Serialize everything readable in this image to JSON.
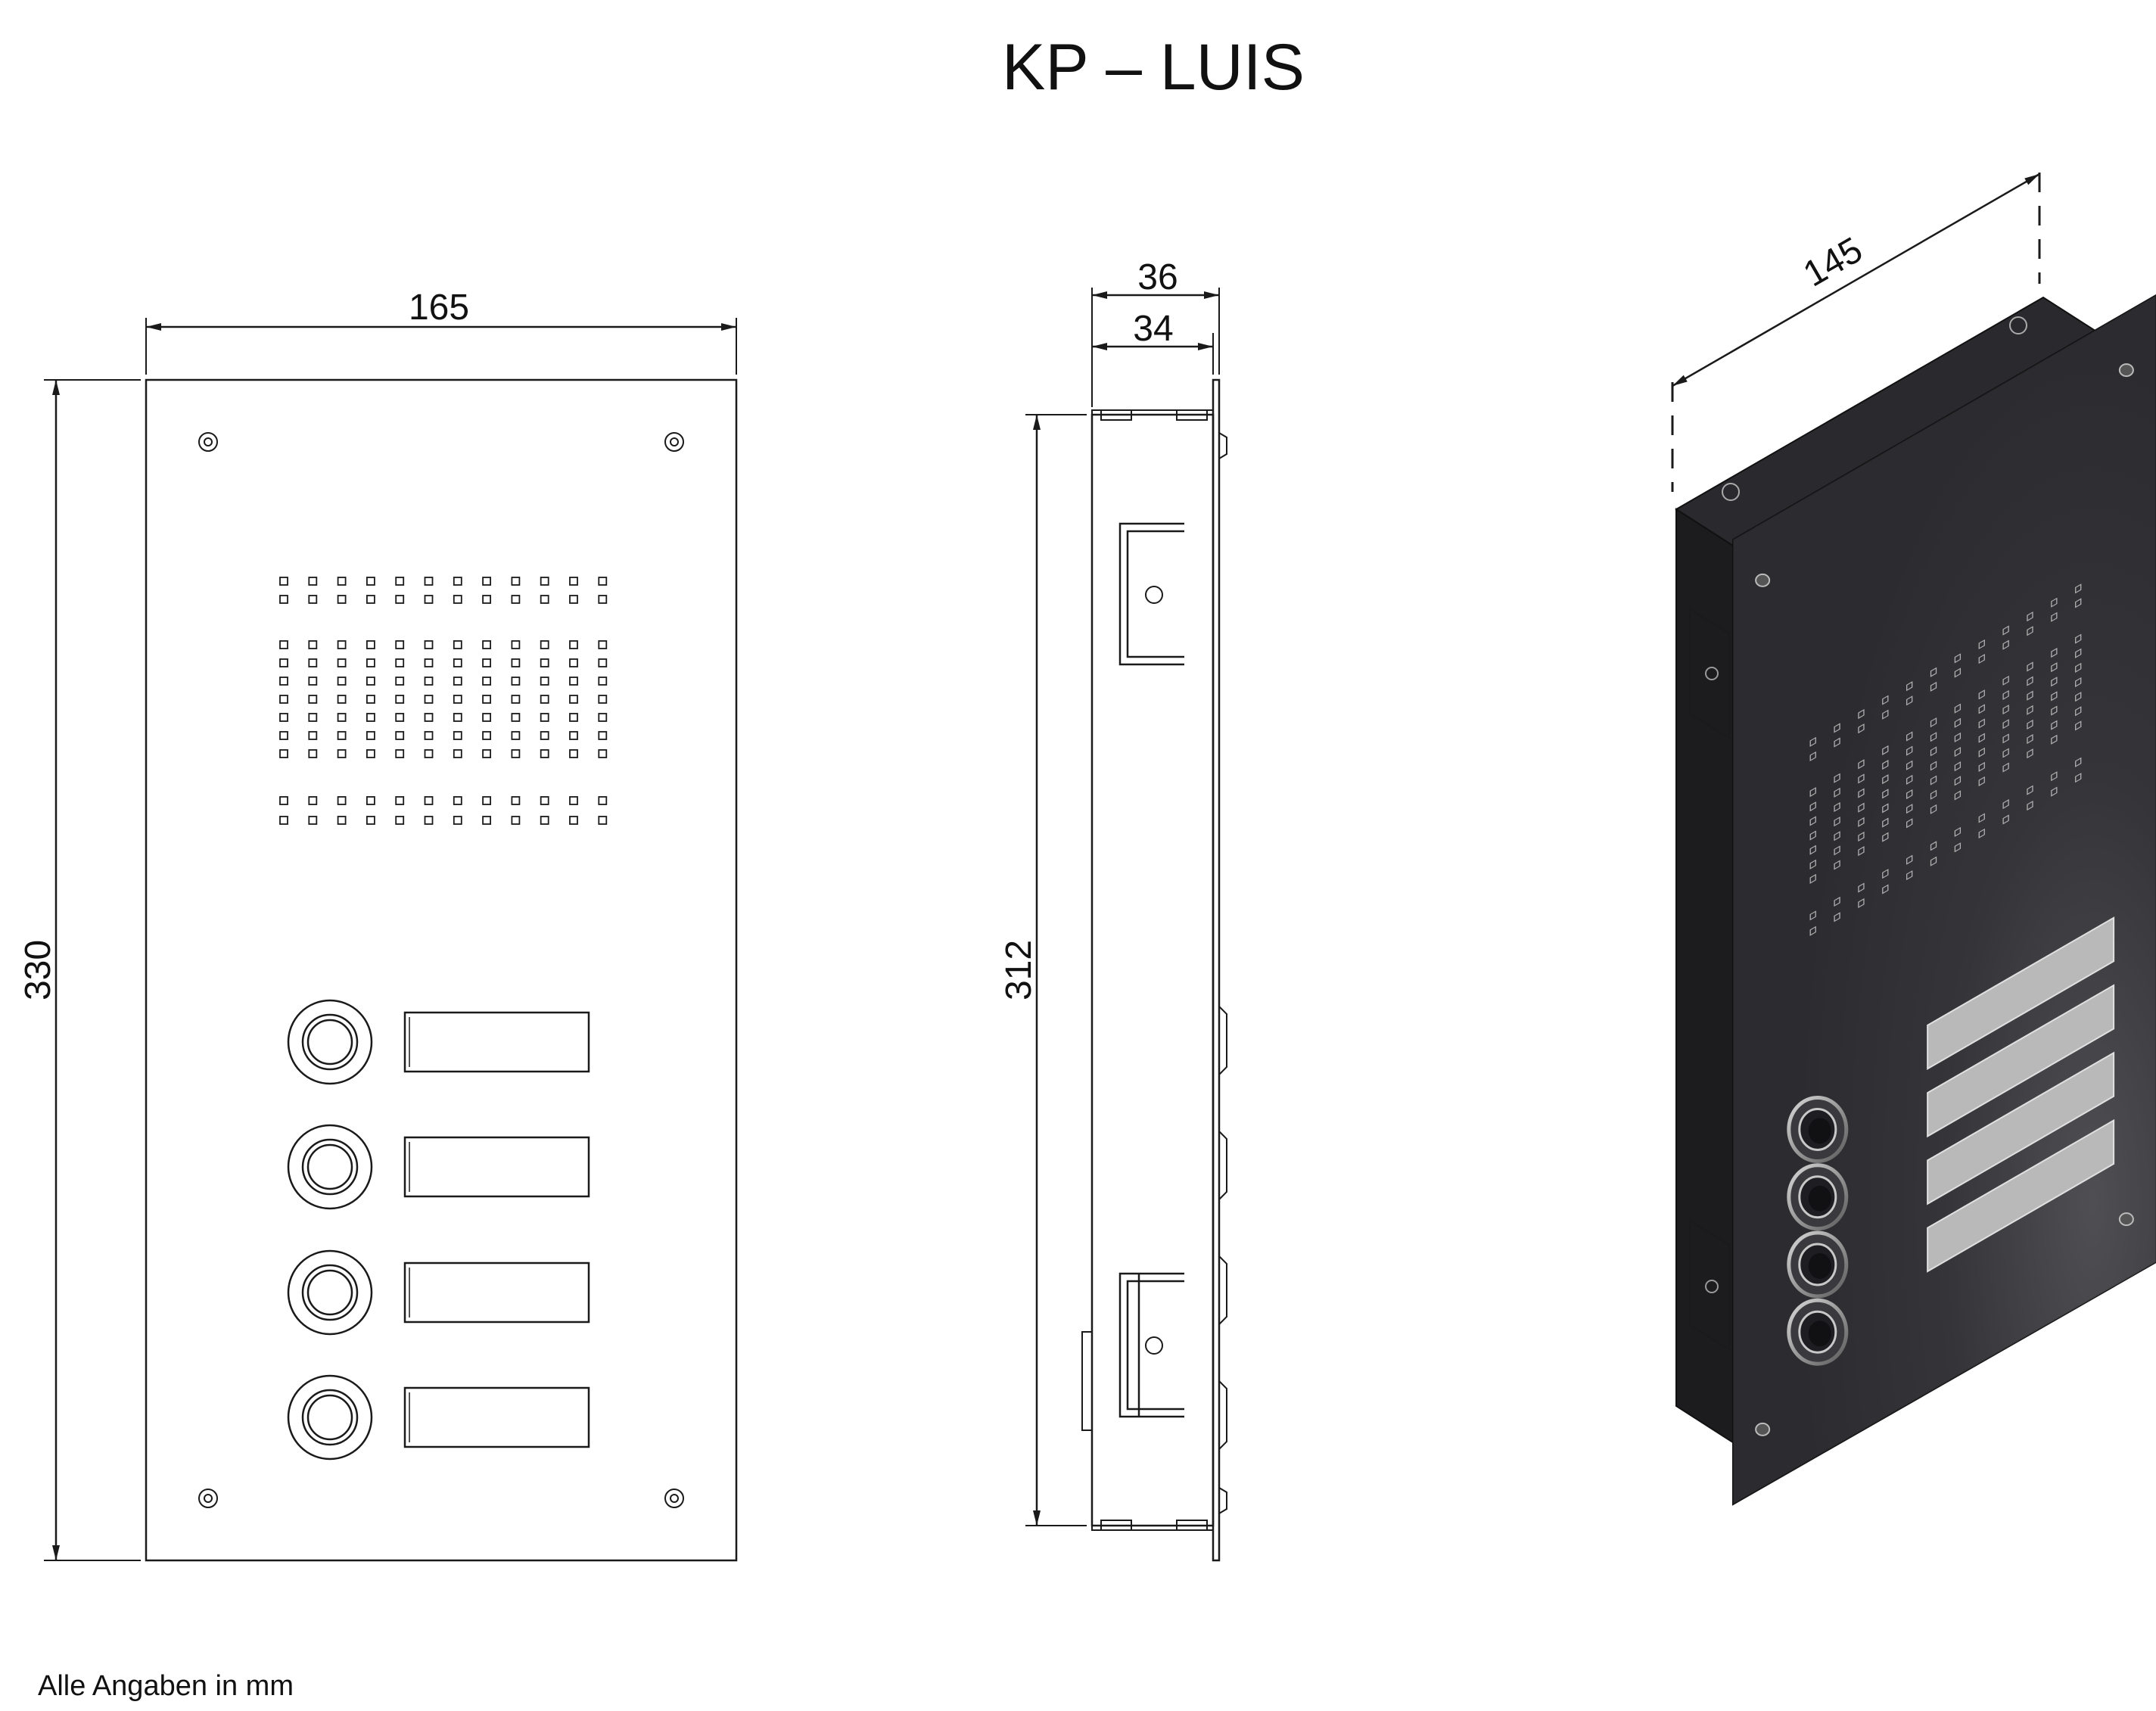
{
  "title": "KP – LUIS",
  "footer_note": "Alle Angaben in mm",
  "front_view": {
    "dimensions": {
      "width": "165",
      "height": "330"
    },
    "button_count": 4,
    "name_plate_count": 4
  },
  "side_view": {
    "dimensions": {
      "total_depth": "36",
      "housing_depth": "34",
      "housing_height": "312"
    }
  },
  "iso_view": {
    "dimensions": {
      "length": "145"
    },
    "panel_color": "#2f2f33",
    "label_color": "#b9b9b9"
  }
}
